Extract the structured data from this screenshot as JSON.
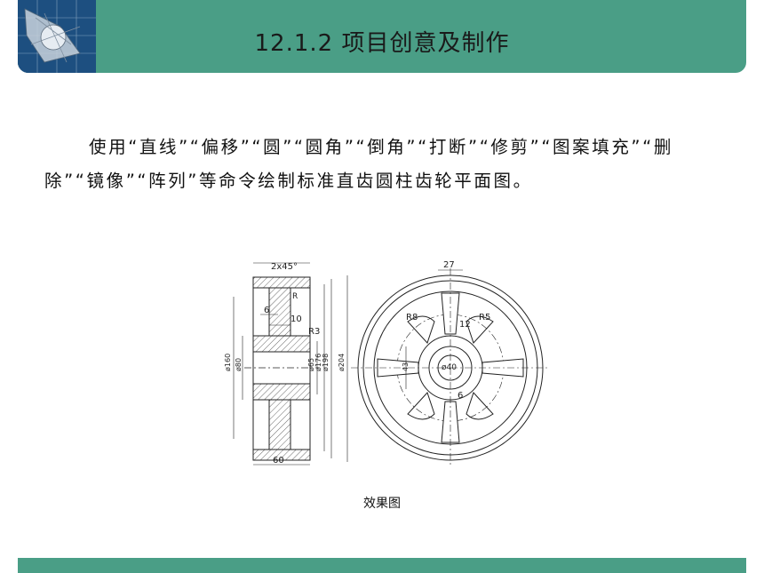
{
  "title": "12.1.2   项目创意及制作",
  "body": "使用“直线”“偏移”“圆”“圆角”“倒角”“打断”“修剪”“图案填充”“删除”“镜像”“阵列”等命令绘制标准直齿圆柱齿轮平面图。",
  "caption": "效果图",
  "drawing": {
    "dims": [
      "2x45°",
      "6",
      "10",
      "R3",
      "ø160",
      "ø80",
      "ø65",
      "ø176",
      "ø198",
      "ø204",
      "60",
      "27",
      "R8",
      "R5",
      "12",
      "43",
      "ø40",
      "6"
    ],
    "r_label": "R"
  },
  "colors": {
    "accent": "#4a9e86",
    "logo": "#1a4a78"
  }
}
